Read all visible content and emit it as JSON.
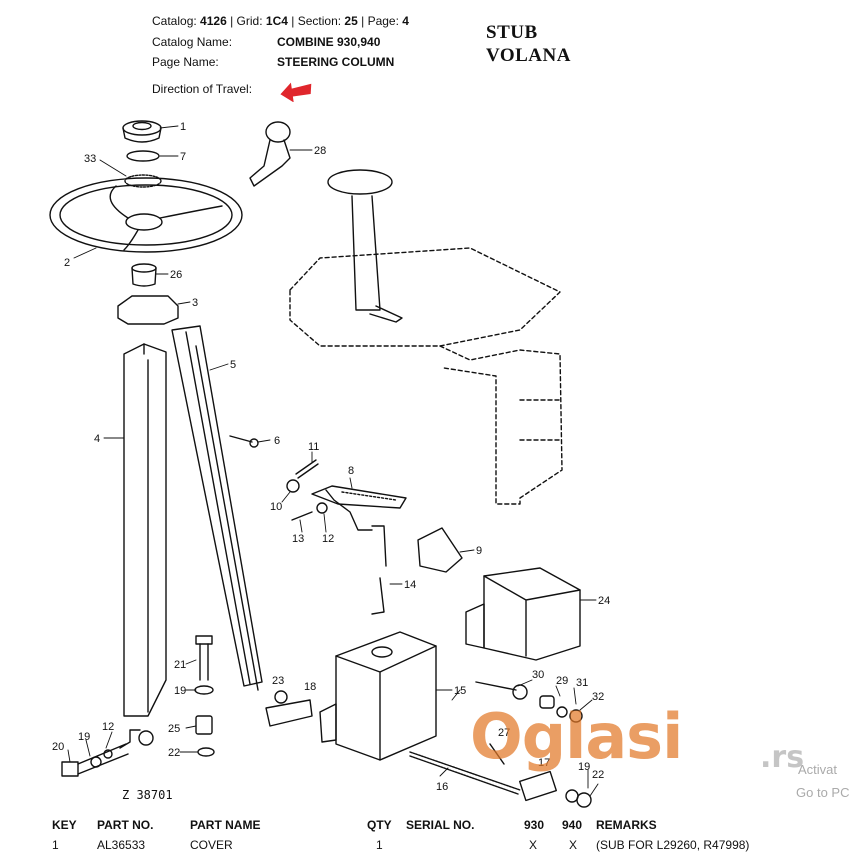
{
  "header": {
    "catalog_line": {
      "catalog_label": "Catalog:",
      "catalog": "4126",
      "grid_label": "| Grid:",
      "grid": "1C4",
      "section_label": "| Section:",
      "section": "25",
      "page_label": "| Page:",
      "page": "4"
    },
    "catalog_name_label": "Catalog Name:",
    "catalog_name": "COMBINE 930,940",
    "page_name_label": "Page Name:",
    "page_name": "STEERING COLUMN",
    "direction_label": "Direction of Travel:"
  },
  "title_overlay": {
    "line1": "STUB",
    "line2": "VOLANA"
  },
  "diagram": {
    "callouts": [
      "1",
      "7",
      "33",
      "28",
      "2",
      "26",
      "3",
      "5",
      "4",
      "6",
      "11",
      "8",
      "10",
      "12",
      "13",
      "9",
      "14",
      "24",
      "21",
      "19",
      "23",
      "18",
      "15",
      "30",
      "29",
      "31",
      "32",
      "12",
      "25",
      "22",
      "20",
      "19",
      "27",
      "17",
      "16",
      "19",
      "22"
    ],
    "figure_code": "Z 38701"
  },
  "table": {
    "headers": [
      "KEY",
      "PART NO.",
      "PART NAME",
      "QTY",
      "SERIAL NO.",
      "930",
      "940",
      "REMARKS"
    ],
    "rows": [
      [
        "1",
        "AL36533",
        "COVER",
        "1",
        "",
        "X",
        "X",
        "(SUB FOR L29260, R47998)"
      ]
    ]
  },
  "watermark": {
    "brand": "Oglasi",
    "tld": ".rs"
  },
  "os_overlay": {
    "line1": "Activat",
    "line2": "Go to PC"
  },
  "colors": {
    "arrow": "#e0262c",
    "watermark": "#e27828",
    "line": "#111111"
  }
}
